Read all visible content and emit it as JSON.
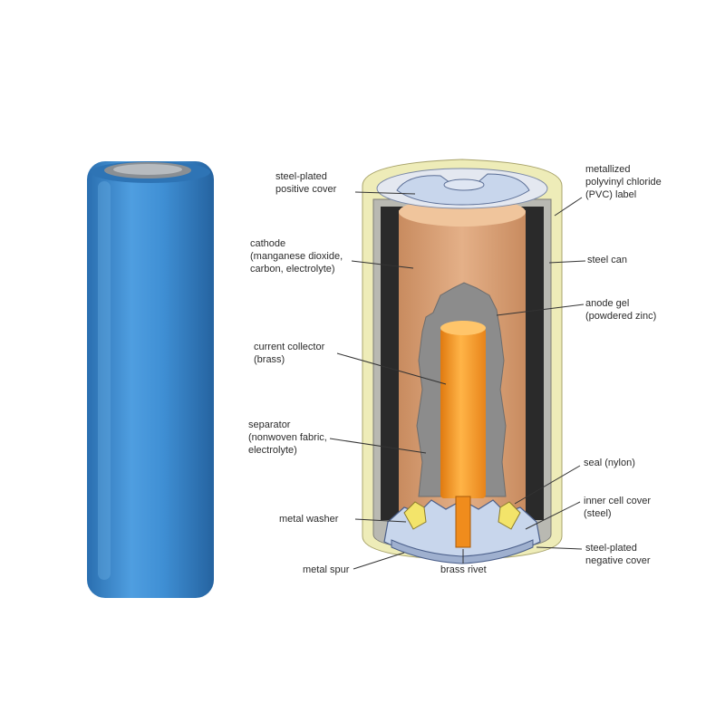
{
  "diagram": {
    "labels": {
      "positive_cover": [
        "steel-plated",
        "positive cover"
      ],
      "pvc_label": [
        "metallized",
        "polyvinyl chloride",
        "(PVC) label"
      ],
      "cathode": [
        "cathode",
        "(manganese dioxide,",
        "carbon, electrolyte)"
      ],
      "steel_can": [
        "steel can"
      ],
      "anode_gel": [
        "anode gel",
        "(powdered zinc)"
      ],
      "current_collector": [
        "current collector",
        "(brass)"
      ],
      "separator": [
        "separator",
        "(nonwoven fabric,",
        "electrolyte)"
      ],
      "seal": [
        "seal (nylon)"
      ],
      "metal_washer": [
        "metal washer"
      ],
      "inner_cell_cover": [
        "inner cell cover",
        "(steel)"
      ],
      "metal_spur": [
        "metal spur"
      ],
      "brass_rivet": [
        "brass rivet"
      ],
      "negative_cover": [
        "steel-plated",
        "negative cover"
      ]
    }
  },
  "colors": {
    "battery_blue": "#3f8fd4",
    "battery_blue_dark": "#2a6fb0",
    "battery_blue_light": "#6fb4e8",
    "cap_metal": "#8a8f94",
    "label_yellow": "#eeecb8",
    "can_steel": "#b9b9b2",
    "cathode_black": "#2a2a2a",
    "separator_tan": "#d7a074",
    "anode_gray": "#8c8c8c",
    "collector_orange": "#f08c1c",
    "collector_light": "#ffbe55",
    "cover_blue": "#c8d6ec",
    "leader_line": "#333333"
  }
}
